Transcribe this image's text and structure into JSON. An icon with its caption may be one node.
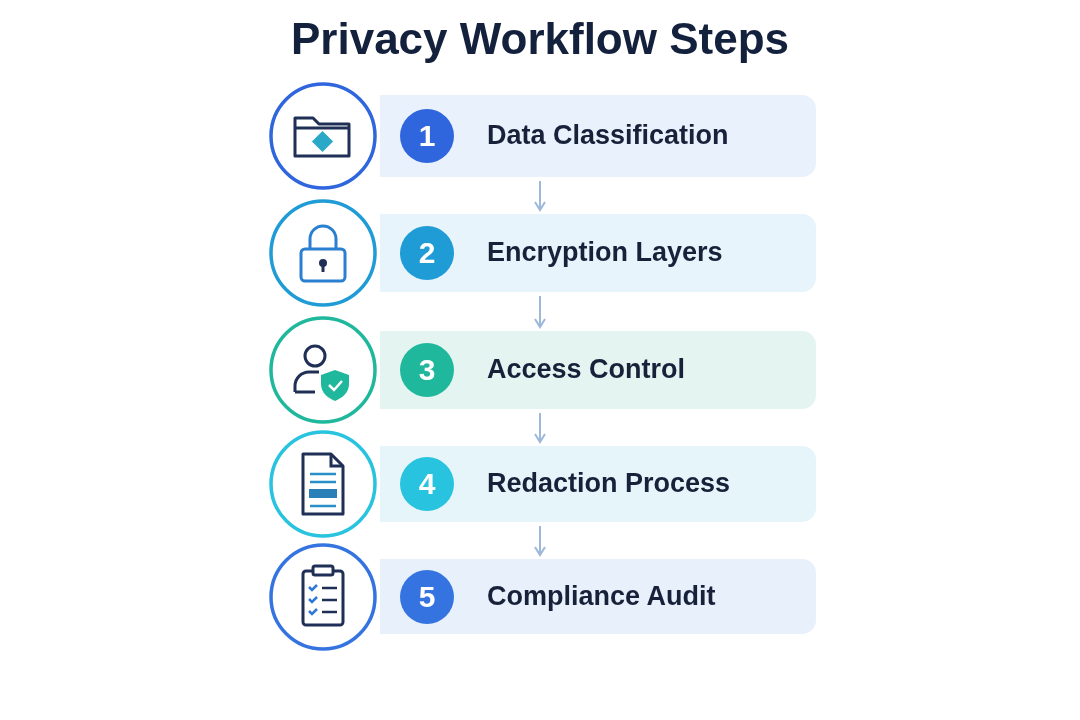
{
  "diagram": {
    "title": "Privacy Workflow Steps",
    "nodes": [
      {
        "text": [
          "1",
          "Data Classification"
        ]
      },
      {
        "text": [
          "2",
          "Encryption Layers"
        ]
      },
      {
        "text": [
          "3",
          "Access Control"
        ]
      },
      {
        "text": [
          "4",
          "Redaction Process"
        ]
      },
      {
        "text": [
          "5",
          "Compliance Audit"
        ]
      }
    ],
    "edges": [
      {
        "from": 0,
        "to": 1,
        "arrow": "to"
      },
      {
        "from": 1,
        "to": 2,
        "arrow": "to"
      },
      {
        "from": 2,
        "to": 3,
        "arrow": "to"
      },
      {
        "from": 3,
        "to": 4,
        "arrow": "to"
      }
    ]
  }
}
